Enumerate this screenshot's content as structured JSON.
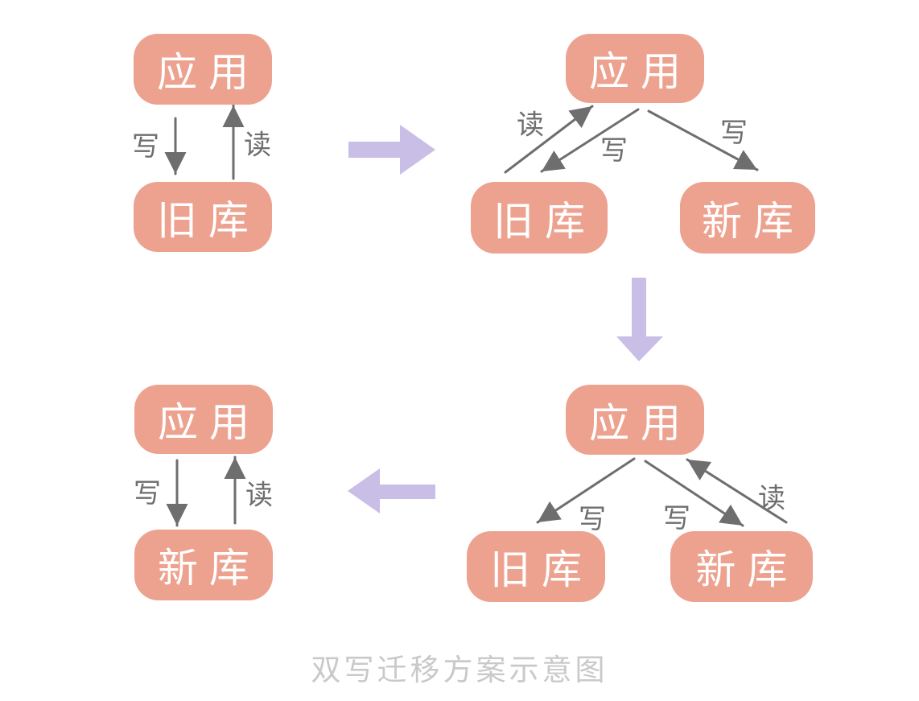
{
  "caption": "双写迁移方案示意图",
  "colors": {
    "background": "#FFFFFF",
    "node_fill": "#EDA28F",
    "node_text": "#FFFFFF",
    "edge_arrow": "#6E6E6E",
    "edge_label": "#6E6E6E",
    "transition_arrow": "#C8BEE6",
    "caption": "#C9C9C9"
  },
  "stages": [
    {
      "id": "stage-1-original",
      "nodes": [
        {
          "id": "app",
          "label": "应用"
        },
        {
          "id": "old-db",
          "label": "旧库"
        }
      ],
      "edges": [
        {
          "from": "app",
          "to": "old-db",
          "label": "写"
        },
        {
          "from": "old-db",
          "to": "app",
          "label": "读"
        }
      ]
    },
    {
      "id": "stage-2-dual-write-read-old",
      "nodes": [
        {
          "id": "app",
          "label": "应用"
        },
        {
          "id": "old-db",
          "label": "旧库"
        },
        {
          "id": "new-db",
          "label": "新库"
        }
      ],
      "edges": [
        {
          "from": "old-db",
          "to": "app",
          "label": "读"
        },
        {
          "from": "app",
          "to": "old-db",
          "label": "写"
        },
        {
          "from": "app",
          "to": "new-db",
          "label": "写"
        }
      ]
    },
    {
      "id": "stage-3-dual-write-read-new",
      "nodes": [
        {
          "id": "app",
          "label": "应用"
        },
        {
          "id": "old-db",
          "label": "旧库"
        },
        {
          "id": "new-db",
          "label": "新库"
        }
      ],
      "edges": [
        {
          "from": "app",
          "to": "old-db",
          "label": "写"
        },
        {
          "from": "app",
          "to": "new-db",
          "label": "写"
        },
        {
          "from": "new-db",
          "to": "app",
          "label": "读"
        }
      ]
    },
    {
      "id": "stage-4-final",
      "nodes": [
        {
          "id": "app",
          "label": "应用"
        },
        {
          "id": "new-db",
          "label": "新库"
        }
      ],
      "edges": [
        {
          "from": "app",
          "to": "new-db",
          "label": "写"
        },
        {
          "from": "new-db",
          "to": "app",
          "label": "读"
        }
      ]
    }
  ],
  "transitions": [
    {
      "from": "stage-1-original",
      "to": "stage-2-dual-write-read-old",
      "direction": "right"
    },
    {
      "from": "stage-2-dual-write-read-old",
      "to": "stage-3-dual-write-read-new",
      "direction": "down"
    },
    {
      "from": "stage-3-dual-write-read-new",
      "to": "stage-4-final",
      "direction": "left"
    }
  ]
}
